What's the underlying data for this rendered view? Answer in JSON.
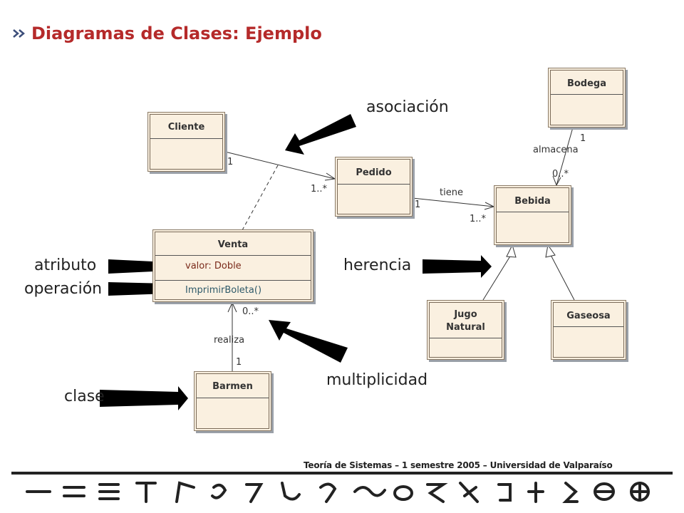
{
  "title": "Diagramas de Clases: Ejemplo",
  "classes": {
    "cliente": "Cliente",
    "pedido": "Pedido",
    "bodega": "Bodega",
    "bebida": "Bebida",
    "venta": "Venta",
    "jugo": "Jugo\nNatural",
    "gaseosa": "Gaseosa",
    "barmen": "Barmen"
  },
  "venta_attribute": "valor:  Doble",
  "venta_operation": "ImprimirBoleta()",
  "labels": {
    "cliente_mult": "1",
    "pedido_mult_in": "1..*",
    "pedido_mult_out": "1",
    "tiene": "tiene",
    "bebida_mult_in": "1..*",
    "bodega_mult": "1",
    "almacena": "almacena",
    "bebida_mult_top": "0..*",
    "venta_mult": "0..*",
    "realiza": "realiza",
    "barmen_mult": "1"
  },
  "annotations": {
    "asociacion": "asociación",
    "atributo": "atributo",
    "operacion": "operación",
    "herencia": "herencia",
    "multiplicidad": "multiplicidad",
    "clase": "clase"
  },
  "footer": "Teoría de Sistemas – 1 semestre 2005 – Universidad de Valparaíso",
  "colors": {
    "title": "#b52a2a",
    "class_fill": "#faf0e0",
    "attribute": "#7a2a1a",
    "operation": "#2f5a6a"
  }
}
